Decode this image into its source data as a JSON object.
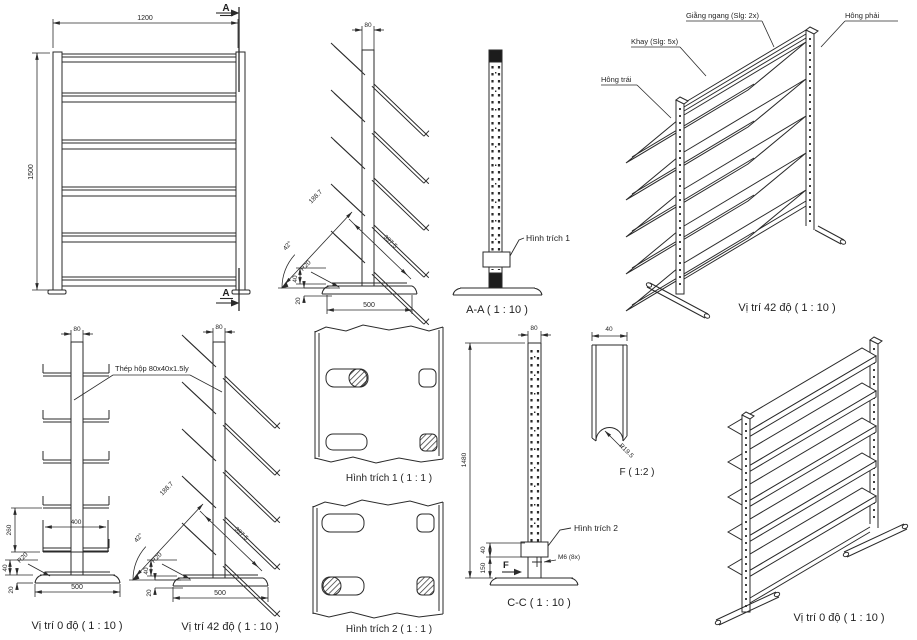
{
  "colors": {
    "ink": "#2a2a2a",
    "bg": "#ffffff"
  },
  "front_view": {
    "dim_width": "1200",
    "dim_height": "1500",
    "section_marker_top": "A",
    "section_marker_bottom": "A"
  },
  "side_view_42": {
    "dim_post_width": "80",
    "dim_arm_spacing": "188.7",
    "dim_arm_length": "397.5",
    "angle": "42°",
    "fillet_radius": "R20",
    "dim_plate_height": "40",
    "dim_foot_height": "20",
    "dim_base_width": "500"
  },
  "section_aa": {
    "detail_callout": "Hình trích 1",
    "caption": "A-A ( 1 : 10 )"
  },
  "iso_42": {
    "label_brace": "Giằng ngang (Slg: 2x)",
    "label_tray": "Khay (Slg: 5x)",
    "label_left_side": "Hông trái",
    "label_right_side": "Hông phải",
    "caption": "Vị trí 42 độ ( 1 : 10 )"
  },
  "pos_0_view": {
    "dim_post_width": "80",
    "material_note": "Thép hộp 80x40x1.5ly",
    "dim_tray_width": "400",
    "dim_spacing": "260",
    "fillet_radius": "R20",
    "dim_plate_height": "40",
    "dim_foot_height": "20",
    "dim_base_width": "500",
    "caption": "Vị trí 0 độ ( 1 : 10 )"
  },
  "pos_42_view": {
    "dim_post_width": "80",
    "dim_arm_spacing": "188.7",
    "dim_arm_length": "397.5",
    "angle": "42°",
    "fillet_radius": "R20",
    "dim_plate_height": "40",
    "dim_foot_height": "20",
    "dim_base_width": "500",
    "caption": "Vị trí 42 độ ( 1 : 10 )"
  },
  "detail_1": {
    "caption": "Hình trích 1 ( 1 : 1 )"
  },
  "detail_2": {
    "caption": "Hình trích 2 ( 1 : 1 )"
  },
  "section_cc": {
    "dim_post_width": "80",
    "dim_total_height": "1480",
    "dim_bracket": "40",
    "dim_base_height": "150",
    "detail_callout": "Hình trích 2",
    "bolt_note": "M6 (8x)",
    "view_marker": "F",
    "caption": "C-C ( 1 : 10 )"
  },
  "detail_f": {
    "dim_width": "40",
    "radius": "R19.5",
    "caption": "F ( 1:2 )"
  },
  "iso_0": {
    "caption": "Vị trí 0 độ ( 1 : 10 )"
  }
}
